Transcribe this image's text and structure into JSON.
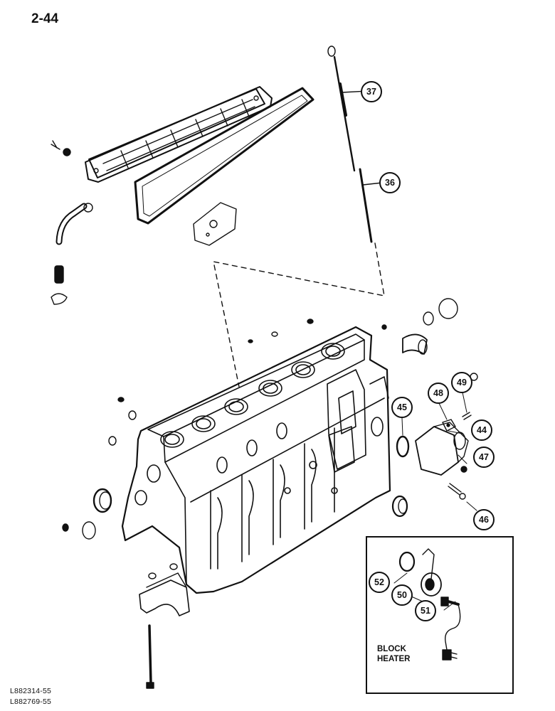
{
  "page": {
    "number": "2-44"
  },
  "reference_codes": [
    "L882314-55",
    "L882769-55"
  ],
  "inset": {
    "caption_line1": "BLOCK",
    "caption_line2": "HEATER"
  },
  "callouts": {
    "c37": "37",
    "c36": "36",
    "c45": "45",
    "c48": "48",
    "c49": "49",
    "c44": "44",
    "c47": "47",
    "c46": "46",
    "c52": "52",
    "c50": "50",
    "c51": "51"
  }
}
